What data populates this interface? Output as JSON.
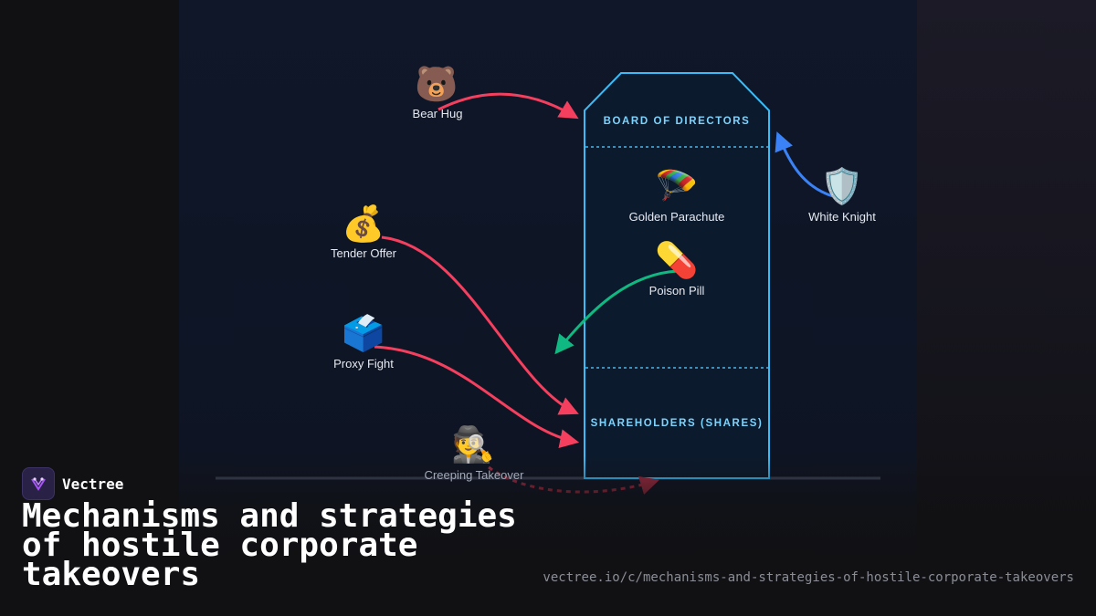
{
  "diagram": {
    "company": {
      "top_section": "BOARD OF DIRECTORS",
      "bottom_section": "SHAREHOLDERS (SHARES)"
    },
    "tactics": [
      {
        "id": "bear-hug",
        "label": "Bear Hug",
        "icon": "bear-face-icon",
        "glyph": "🐻"
      },
      {
        "id": "tender-offer",
        "label": "Tender Offer",
        "icon": "money-bag-icon",
        "glyph": "💰"
      },
      {
        "id": "proxy-fight",
        "label": "Proxy Fight",
        "icon": "ballot-box-icon",
        "glyph": "🗳️"
      },
      {
        "id": "creeping-takeover",
        "label": "Creeping Takeover",
        "icon": "detective-icon",
        "glyph": "🕵️"
      }
    ],
    "defenses": [
      {
        "id": "golden-parachute",
        "label": "Golden Parachute",
        "icon": "parachute-icon",
        "glyph": "🪂"
      },
      {
        "id": "poison-pill",
        "label": "Poison Pill",
        "icon": "pill-icon",
        "glyph": "💊"
      },
      {
        "id": "white-knight",
        "label": "White Knight",
        "icon": "shield-icon",
        "glyph": "🛡️"
      }
    ],
    "colors": {
      "attack": "#f43f5e",
      "poison_pill_arrow": "#10b981",
      "white_knight_arrow": "#3b82f6",
      "company_outline": "#38bdf8",
      "section_title": "#7dd3fc"
    }
  },
  "footer": {
    "brand": "Vectree",
    "title": "Mechanisms and strategies of hostile corporate takeovers",
    "url": "vectree.io/c/mechanisms-and-strategies-of-hostile-corporate-takeovers"
  }
}
